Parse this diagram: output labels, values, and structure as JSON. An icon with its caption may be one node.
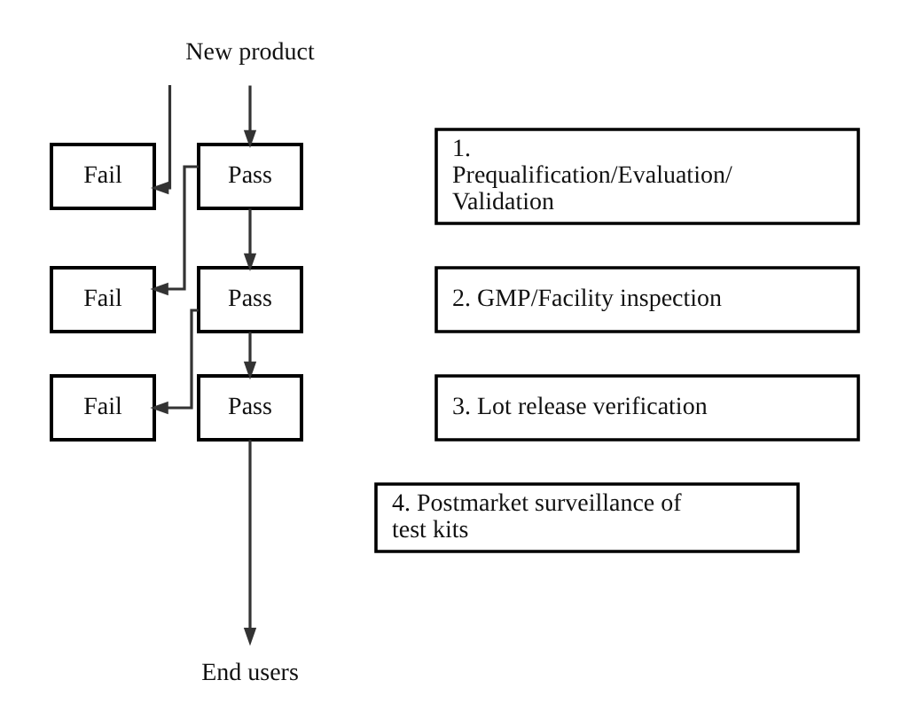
{
  "diagram": {
    "nodes": [
      {
        "text": [
          "New product"
        ]
      },
      {
        "text": [
          "Fail"
        ]
      },
      {
        "text": [
          "Pass"
        ]
      },
      {
        "text": [
          "1. Prequalification/Evaluation/ Validation"
        ]
      },
      {
        "text": [
          "Fail"
        ]
      },
      {
        "text": [
          "Pass"
        ]
      },
      {
        "text": [
          "2. GMP/Facility inspection"
        ]
      },
      {
        "text": [
          "Fail"
        ]
      },
      {
        "text": [
          "Pass"
        ]
      },
      {
        "text": [
          "3. Lot release verification"
        ]
      },
      {
        "text": [
          "4. Postmarket surveillance of test kits"
        ]
      },
      {
        "text": [
          "End users"
        ]
      }
    ],
    "edges": [
      {
        "from": 0,
        "to": 1,
        "arrow": "to"
      },
      {
        "from": 0,
        "to": 2,
        "arrow": "to"
      },
      {
        "from": 2,
        "to": 4,
        "arrow": "to"
      },
      {
        "from": 2,
        "to": 5,
        "arrow": "to"
      },
      {
        "from": 5,
        "to": 7,
        "arrow": "to"
      },
      {
        "from": 5,
        "to": 8,
        "arrow": "to"
      },
      {
        "from": 8,
        "to": 11,
        "arrow": "to"
      }
    ]
  }
}
